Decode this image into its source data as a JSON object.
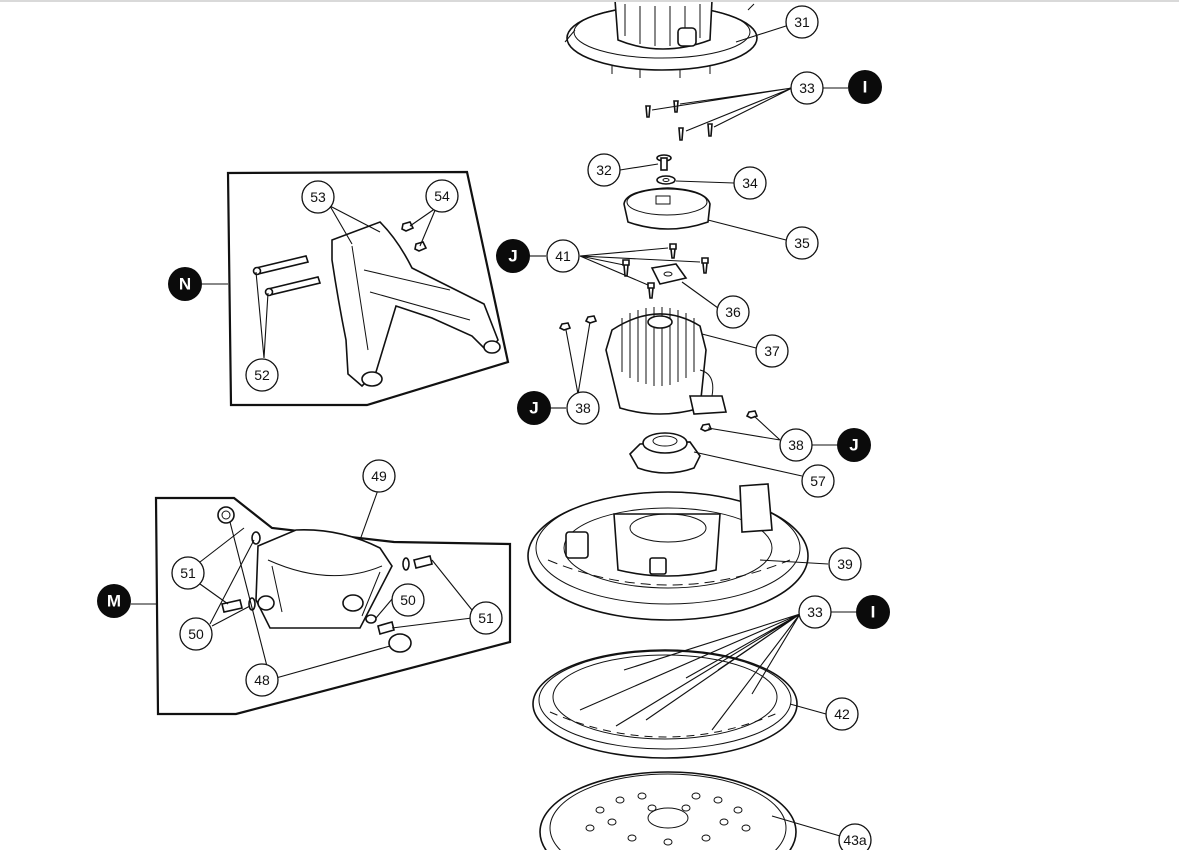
{
  "diagram": {
    "part_numbers": {
      "p31": "31",
      "p32": "32",
      "p33_top": "33",
      "p33_bottom": "33",
      "p34": "34",
      "p35": "35",
      "p36": "36",
      "p37": "37",
      "p38_left": "38",
      "p38_right": "38",
      "p39": "39",
      "p41": "41",
      "p42": "42",
      "p43a": "43a",
      "p48": "48",
      "p49": "49",
      "p50_left": "50",
      "p50_right": "50",
      "p51_left": "51",
      "p51_right": "51",
      "p52": "52",
      "p53": "53",
      "p54": "54",
      "p57": "57"
    },
    "reference_markers": {
      "i_top": "I",
      "i_bottom": "I",
      "j_41": "J",
      "j_38_left": "J",
      "j_38_right": "J",
      "m": "M",
      "n": "N"
    }
  }
}
